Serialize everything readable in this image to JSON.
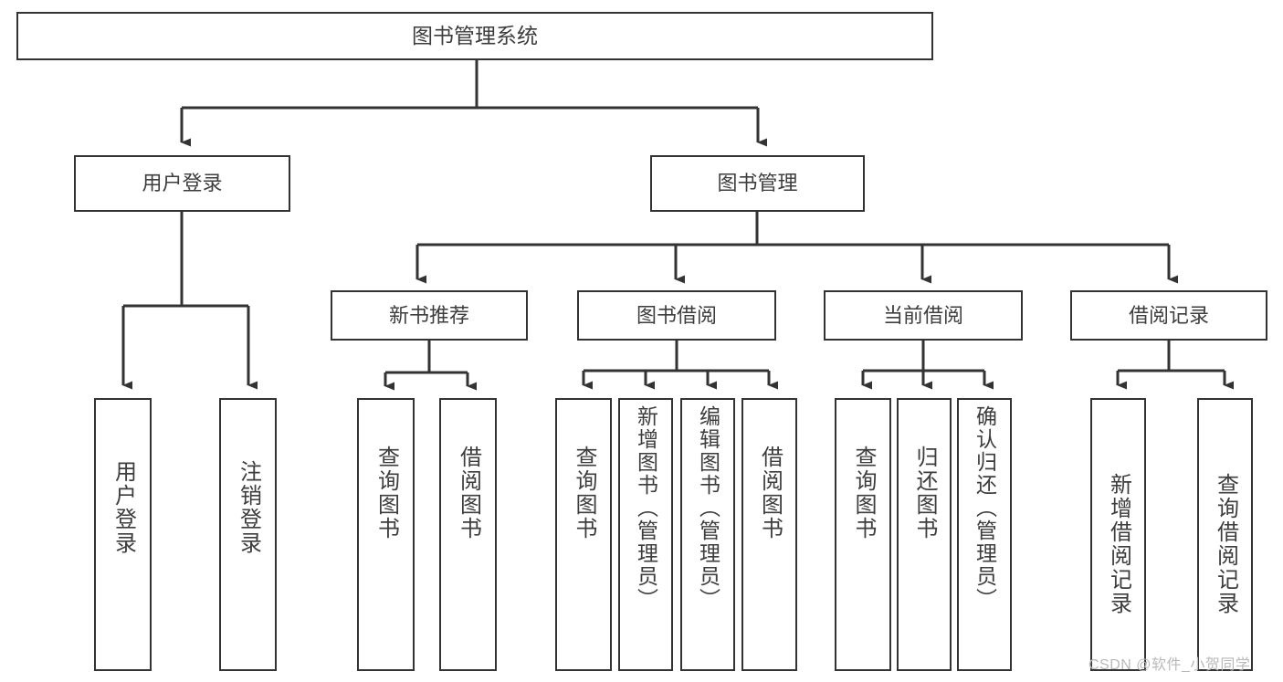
{
  "diagram": {
    "kind": "functional-structure-tree",
    "root": {
      "id": "root",
      "label": "图书管理系统"
    },
    "level2": [
      {
        "id": "user-login",
        "label": "用户登录"
      },
      {
        "id": "book-manage",
        "label": "图书管理"
      }
    ],
    "level3": [
      {
        "id": "new-book-rec",
        "label": "新书推荐"
      },
      {
        "id": "book-borrow",
        "label": "图书借阅"
      },
      {
        "id": "current-borrow",
        "label": "当前借阅"
      },
      {
        "id": "borrow-record",
        "label": "借阅记录"
      }
    ],
    "leaves": [
      {
        "id": "leaf-user-login",
        "label": "用户登录",
        "parent": "user-login"
      },
      {
        "id": "leaf-logout",
        "label": "注销登录",
        "parent": "user-login"
      },
      {
        "id": "leaf-query-book-1",
        "label": "查询图书",
        "parent": "new-book-rec"
      },
      {
        "id": "leaf-borrow-book-1",
        "label": "借阅图书",
        "parent": "new-book-rec"
      },
      {
        "id": "leaf-query-book-2",
        "label": "查询图书",
        "parent": "book-borrow"
      },
      {
        "id": "leaf-add-book",
        "label": "新增图书（管理员）",
        "parent": "book-borrow"
      },
      {
        "id": "leaf-edit-book",
        "label": "编辑图书（管理员）",
        "parent": "book-borrow"
      },
      {
        "id": "leaf-borrow-book-2",
        "label": "借阅图书",
        "parent": "book-borrow"
      },
      {
        "id": "leaf-query-book-3",
        "label": "查询图书",
        "parent": "current-borrow"
      },
      {
        "id": "leaf-return-book",
        "label": "归还图书",
        "parent": "current-borrow"
      },
      {
        "id": "leaf-confirm-return",
        "label": "确认归还（管理员）",
        "parent": "current-borrow"
      },
      {
        "id": "leaf-add-record",
        "label": "新增借阅记录",
        "parent": "borrow-record"
      },
      {
        "id": "leaf-query-record",
        "label": "查询借阅记录",
        "parent": "borrow-record"
      }
    ],
    "colors": {
      "stroke": "#333333",
      "text": "#3d3d3d",
      "background": "#ffffff",
      "watermark": "#b9b9b9"
    }
  },
  "watermark": {
    "text": "CSDN @软件_小贺同学"
  }
}
